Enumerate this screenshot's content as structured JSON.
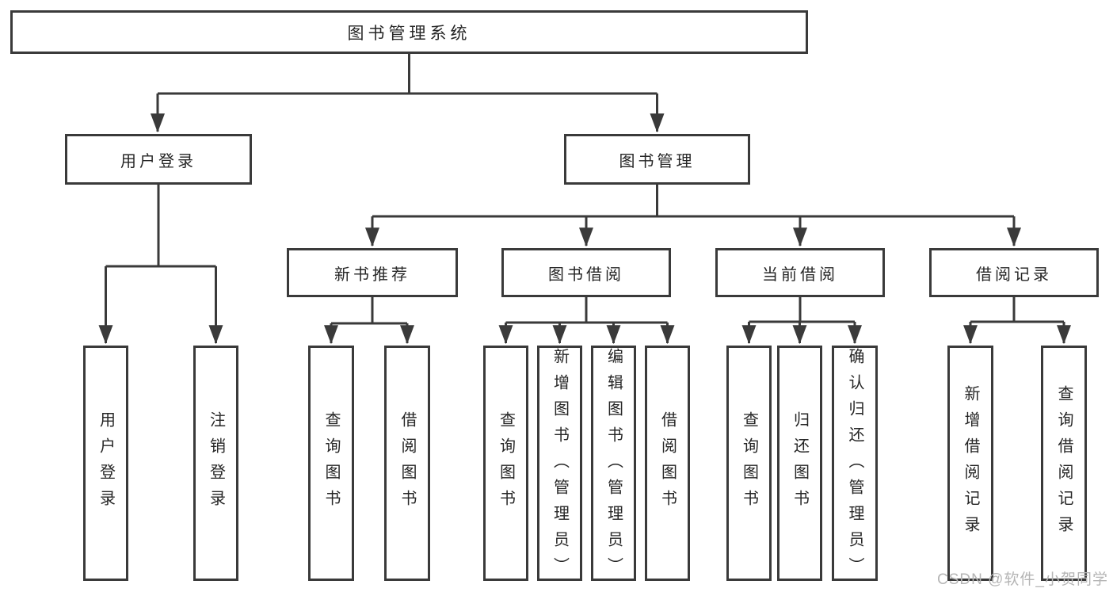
{
  "diagram_title": "图书管理系统",
  "colors": {
    "line": "#3a3a3a",
    "box_border": "#3a3a3a",
    "box_fill": "#ffffff",
    "text": "#262626",
    "watermark": "#b5b5b5",
    "background": "#ffffff"
  },
  "tree": {
    "root": {
      "label": "图书管理系统"
    },
    "branches": [
      {
        "label": "用户登录",
        "children": [
          {
            "label": "用户登录"
          },
          {
            "label": "注销登录"
          }
        ]
      },
      {
        "label": "图书管理",
        "groups": [
          {
            "label": "新书推荐",
            "children": [
              {
                "label": "查询图书"
              },
              {
                "label": "借阅图书"
              }
            ]
          },
          {
            "label": "图书借阅",
            "children": [
              {
                "label": "查询图书"
              },
              {
                "label": "新增图书（管理员）"
              },
              {
                "label": "编辑图书（管理员）"
              },
              {
                "label": "借阅图书"
              }
            ]
          },
          {
            "label": "当前借阅",
            "children": [
              {
                "label": "查询图书"
              },
              {
                "label": "归还图书"
              },
              {
                "label": "确认归还（管理员）"
              }
            ]
          },
          {
            "label": "借阅记录",
            "children": [
              {
                "label": "新增借阅记录"
              },
              {
                "label": "查询借阅记录"
              }
            ]
          }
        ]
      }
    ]
  },
  "watermark": {
    "text": "CSDN @软件_小贺同学"
  }
}
